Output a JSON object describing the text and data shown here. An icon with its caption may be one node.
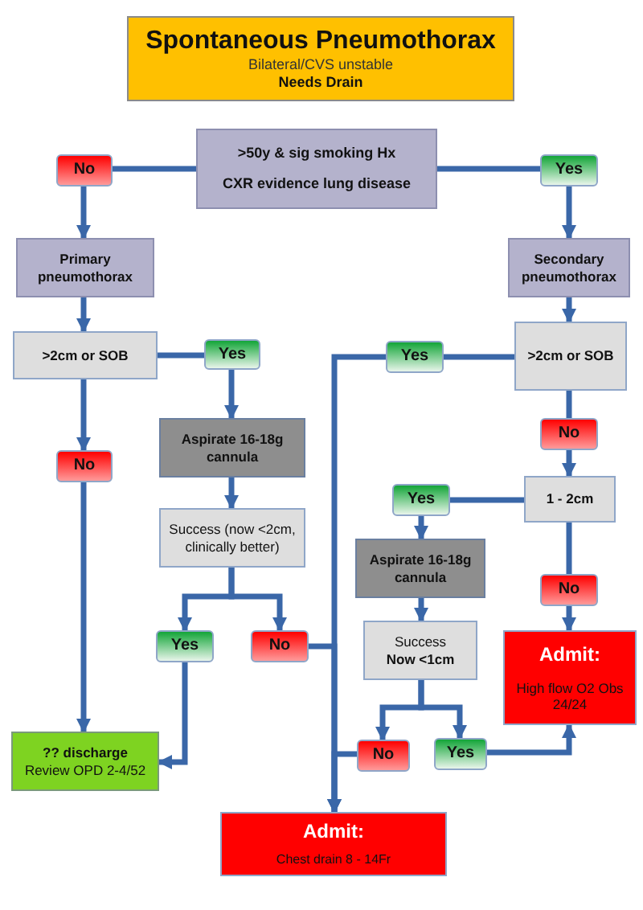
{
  "diagram": {
    "nodes": [
      {
        "text": [
          "Spontaneous Pneumothorax",
          "Bilateral/CVS unstable",
          "Needs Drain"
        ]
      },
      {
        "text": [
          ">50y & sig smoking Hx",
          "CXR evidence lung disease"
        ]
      },
      {
        "text": [
          "No"
        ]
      },
      {
        "text": [
          "Yes"
        ]
      },
      {
        "text": [
          "Primary pneumothorax"
        ]
      },
      {
        "text": [
          "Secondary pneumothorax"
        ]
      },
      {
        "text": [
          ">2cm or SOB"
        ]
      },
      {
        "text": [
          "Yes"
        ]
      },
      {
        "text": [
          "No"
        ]
      },
      {
        "text": [
          "Aspirate 16-18g cannula"
        ]
      },
      {
        "text": [
          "Success (now <2cm, clinically better)"
        ]
      },
      {
        "text": [
          "Yes"
        ]
      },
      {
        "text": [
          "No"
        ]
      },
      {
        "text": [
          "?? discharge",
          "Review OPD 2-4/52"
        ]
      },
      {
        "text": [
          "Admit:",
          "Chest drain 8 - 14Fr"
        ]
      },
      {
        "text": [
          "Yes"
        ]
      },
      {
        "text": [
          ">2cm or SOB"
        ]
      },
      {
        "text": [
          "No"
        ]
      },
      {
        "text": [
          "1 - 2cm"
        ]
      },
      {
        "text": [
          "Yes"
        ]
      },
      {
        "text": [
          "No"
        ]
      },
      {
        "text": [
          "Aspirate 16-18g cannula"
        ]
      },
      {
        "text": [
          "Success",
          "Now <1cm"
        ]
      },
      {
        "text": [
          "Admit:",
          "High flow O2 Obs 24/24"
        ]
      },
      {
        "text": [
          "No"
        ]
      },
      {
        "text": [
          "Yes"
        ]
      }
    ],
    "edges": [
      {
        "from": 1,
        "to": 2,
        "arrow": "none"
      },
      {
        "from": 1,
        "to": 3,
        "arrow": "none"
      },
      {
        "from": 2,
        "to": 4,
        "arrow": "to"
      },
      {
        "from": 3,
        "to": 5,
        "arrow": "to"
      },
      {
        "from": 4,
        "to": 6,
        "arrow": "to"
      },
      {
        "from": 6,
        "to": 7,
        "arrow": "none"
      },
      {
        "from": 6,
        "to": 8,
        "arrow": "to"
      },
      {
        "from": 8,
        "to": 13,
        "arrow": "to"
      },
      {
        "from": 7,
        "to": 9,
        "arrow": "to"
      },
      {
        "from": 9,
        "to": 10,
        "arrow": "to"
      },
      {
        "from": 10,
        "to": 11,
        "arrow": "to"
      },
      {
        "from": 10,
        "to": 12,
        "arrow": "to"
      },
      {
        "from": 11,
        "to": 13,
        "arrow": "to"
      },
      {
        "from": 12,
        "to": 14,
        "arrow": "to"
      },
      {
        "from": 15,
        "to": 14,
        "arrow": "to"
      },
      {
        "from": 24,
        "to": 14,
        "arrow": "to"
      },
      {
        "from": 5,
        "to": 16,
        "arrow": "to"
      },
      {
        "from": 16,
        "to": 15,
        "arrow": "none"
      },
      {
        "from": 16,
        "to": 17,
        "arrow": "none"
      },
      {
        "from": 17,
        "to": 18,
        "arrow": "to"
      },
      {
        "from": 18,
        "to": 19,
        "arrow": "none"
      },
      {
        "from": 18,
        "to": 20,
        "arrow": "none"
      },
      {
        "from": 19,
        "to": 21,
        "arrow": "to"
      },
      {
        "from": 21,
        "to": 22,
        "arrow": "to"
      },
      {
        "from": 22,
        "to": 24,
        "arrow": "to"
      },
      {
        "from": 22,
        "to": 25,
        "arrow": "to"
      },
      {
        "from": 20,
        "to": 23,
        "arrow": "to"
      },
      {
        "from": 25,
        "to": 23,
        "arrow": "to"
      }
    ]
  }
}
